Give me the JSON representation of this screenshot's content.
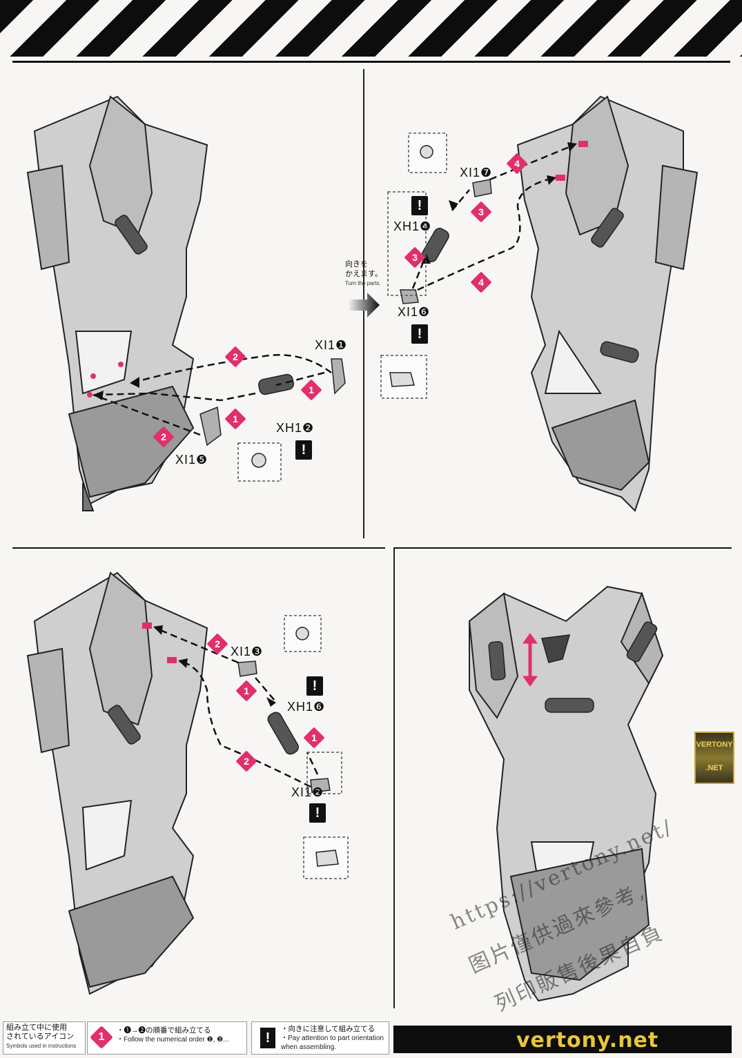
{
  "parts": {
    "p1_a": "XI1❶",
    "p1_b": "XH1❷",
    "p1_c": "XI1❺",
    "p2_a": "XI1❼",
    "p2_b": "XH1❹",
    "p2_c": "XI1❻",
    "p3_a": "XI1❸",
    "p3_b": "XH1❻",
    "p3_c": "XI1❷"
  },
  "steps": {
    "one": "1",
    "two": "2",
    "three": "3",
    "four": "4"
  },
  "warning_symbol": "!",
  "turn_parts": {
    "jp_line1": "向きを",
    "jp_line2": "かえます。",
    "en": "Turn the parts."
  },
  "legend": {
    "title_jp_1": "組み立て中に使用",
    "title_jp_2": "されているアイコン",
    "title_en": "Symbols used in instructions",
    "order_icon": "1",
    "order_jp": "・❶→❷の順番で組み立てる",
    "order_en": "・Follow the numerical order ❶, ❷...",
    "orient_jp": "・向きに注意して組み立てる",
    "orient_en_1": "・Pay attention to part orientation",
    "orient_en_2": "when assembling."
  },
  "watermark": {
    "url": "https://vertony.net/",
    "line2": "图片僅供過來參考,",
    "line3": "列印販售後果自負",
    "badge_1": "VERTONY",
    "badge_2": ".NET",
    "site": "vertony.net"
  },
  "colors": {
    "accent": "#e0306a",
    "part_gray": "#c9c9c9",
    "stripe": "#0d0d0d"
  }
}
